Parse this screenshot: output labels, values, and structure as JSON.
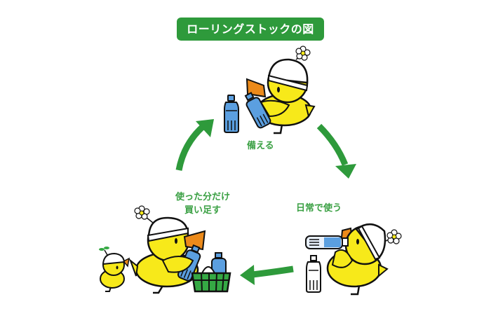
{
  "title": "ローリングストックの図",
  "colors": {
    "accent_green": "#2e9a3b",
    "label_green": "#3aa043",
    "chick_yellow": "#f7e91a",
    "beak_orange": "#ec8a1a",
    "bottle_blue": "#5b9fe0",
    "basket_green": "#35a944"
  },
  "steps": [
    {
      "id": "prepare",
      "label_lines": [
        "備える"
      ]
    },
    {
      "id": "use",
      "label_lines": [
        "日常で使う"
      ]
    },
    {
      "id": "refill",
      "label_lines": [
        "使った分だけ",
        "買い足す"
      ]
    }
  ],
  "arrows": [
    {
      "from": "refill",
      "to": "prepare",
      "icon": "curved-arrow-up-right"
    },
    {
      "from": "prepare",
      "to": "use",
      "icon": "curved-arrow-down-right"
    },
    {
      "from": "use",
      "to": "refill",
      "icon": "curved-arrow-left"
    }
  ]
}
